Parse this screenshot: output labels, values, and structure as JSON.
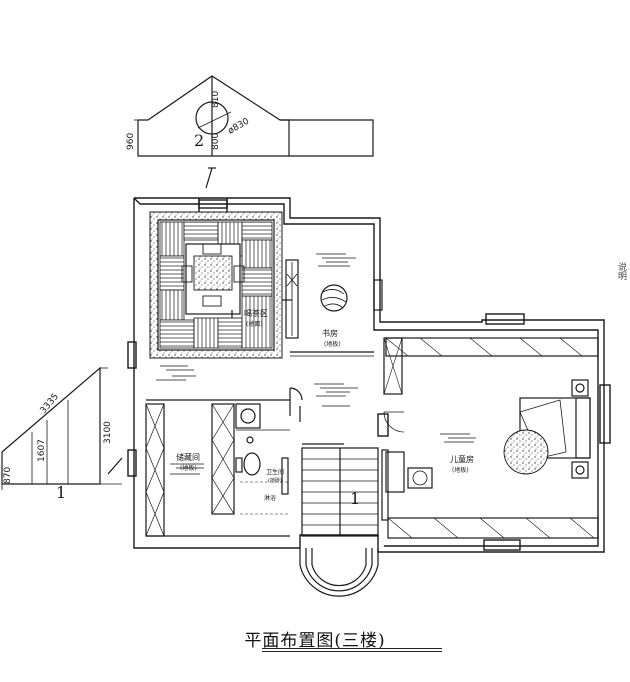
{
  "title": "平面布置图(三楼)",
  "side_note": "说明",
  "elevation_1": {
    "number": "1",
    "dims": [
      "3335",
      "3100",
      "1607",
      "870"
    ]
  },
  "elevation_2": {
    "number": "2",
    "dims": [
      "810",
      "800",
      "960",
      "ø830"
    ]
  },
  "rooms": {
    "tearoom": "喝茶区",
    "tearoom_sub": "(地面)",
    "study": "书房",
    "study_sub": "(地板)",
    "storage": "储藏间",
    "storage_sub": "(地板)",
    "toilet": "卫生间",
    "toilet_sub": "(地砖)",
    "shower": "淋浴",
    "kids_room": "儿童房",
    "kids_room_sub": "(地板)",
    "stair_number": "1"
  },
  "colors": {
    "ink": "#1a1a1a",
    "background": "#ffffff"
  }
}
